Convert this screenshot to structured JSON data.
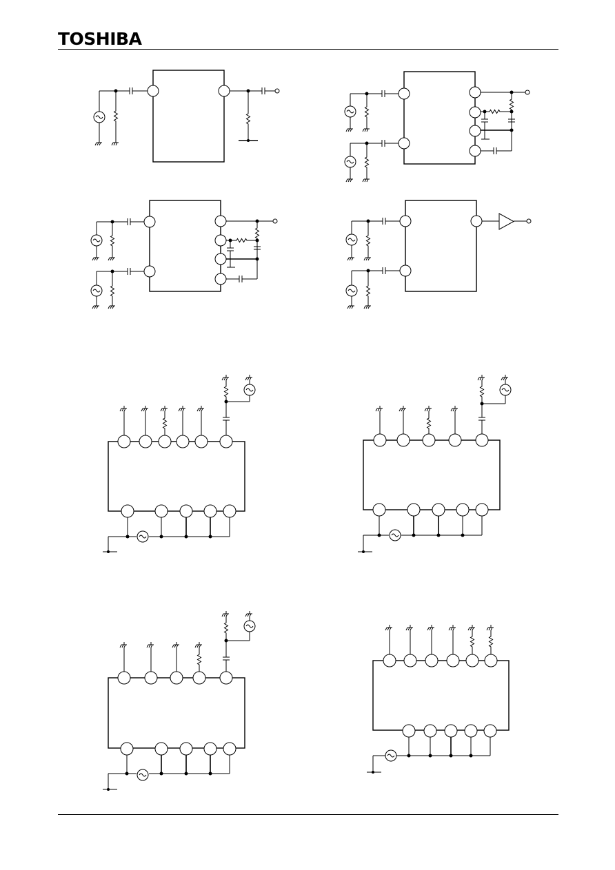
{
  "header": {
    "brand": "TOSHIBA"
  },
  "figures": [
    {
      "id": "test-circuit-1"
    },
    {
      "id": "test-circuit-2"
    },
    {
      "id": "test-circuit-3"
    },
    {
      "id": "test-circuit-4"
    },
    {
      "id": "test-circuit-5"
    },
    {
      "id": "test-circuit-6"
    },
    {
      "id": "test-circuit-7"
    },
    {
      "id": "test-circuit-8"
    }
  ]
}
